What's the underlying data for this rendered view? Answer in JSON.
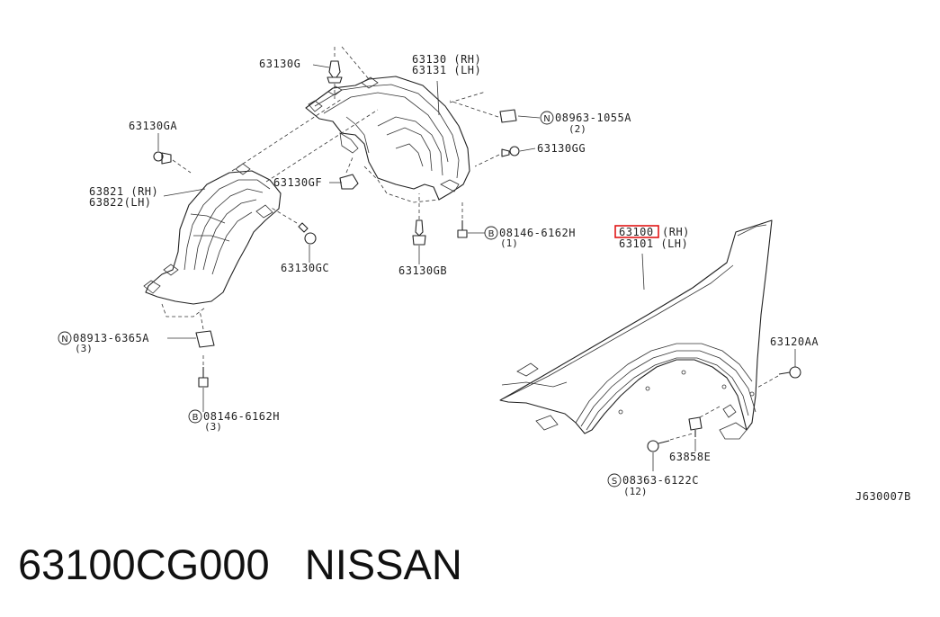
{
  "labels": {
    "p63130G": "63130G",
    "p63130": "63130 (RH)",
    "p63131": "63131 (LH)",
    "p08963": "08963-1055A",
    "p08963_qty": "(2)",
    "p63130GA": "63130GA",
    "p63130GG": "63130GG",
    "p63821": "63821 (RH)",
    "p63822": "63822(LH)",
    "p63130GF": "63130GF",
    "p08146a": "08146-6162H",
    "p08146a_qty": "(1)",
    "p63100_num": "63100",
    "p63100_side": "(RH)",
    "p63101": "63101 (LH)",
    "p63130GC": "63130GC",
    "p63130GB": "63130GB",
    "p08913": "08913-6365A",
    "p08913_qty": "(3)",
    "p63120AA": "63120AA",
    "p08146b": "08146-6162H",
    "p08146b_qty": "(3)",
    "p63858E": "63858E",
    "p08363": "08363-6122C",
    "p08363_qty": "(12)",
    "diagram_code": "J630007B"
  },
  "markers": {
    "n": "N",
    "b": "B",
    "s": "S"
  },
  "caption": "63100CG000   NISSAN",
  "colors": {
    "highlight": "#e01515",
    "line": "#222222"
  }
}
